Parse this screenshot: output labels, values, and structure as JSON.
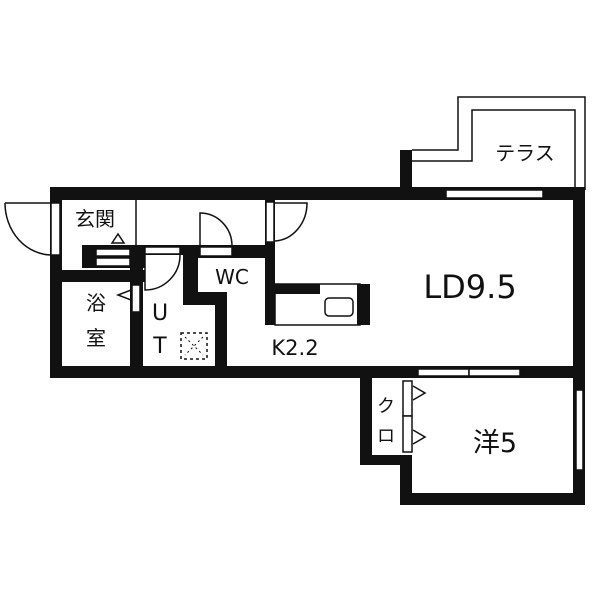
{
  "plan": {
    "rooms": {
      "entrance": "玄関",
      "bath_1": "浴",
      "bath_2": "室",
      "ut_1": "U",
      "ut_2": "T",
      "wc": "WC",
      "kitchen": "K2.2",
      "living": "LD9.5",
      "terrace": "テラス",
      "western": "洋5",
      "closet_1": "ク",
      "closet_2": "ロ"
    },
    "colors": {
      "wall": "#111111",
      "background": "#ffffff"
    }
  }
}
